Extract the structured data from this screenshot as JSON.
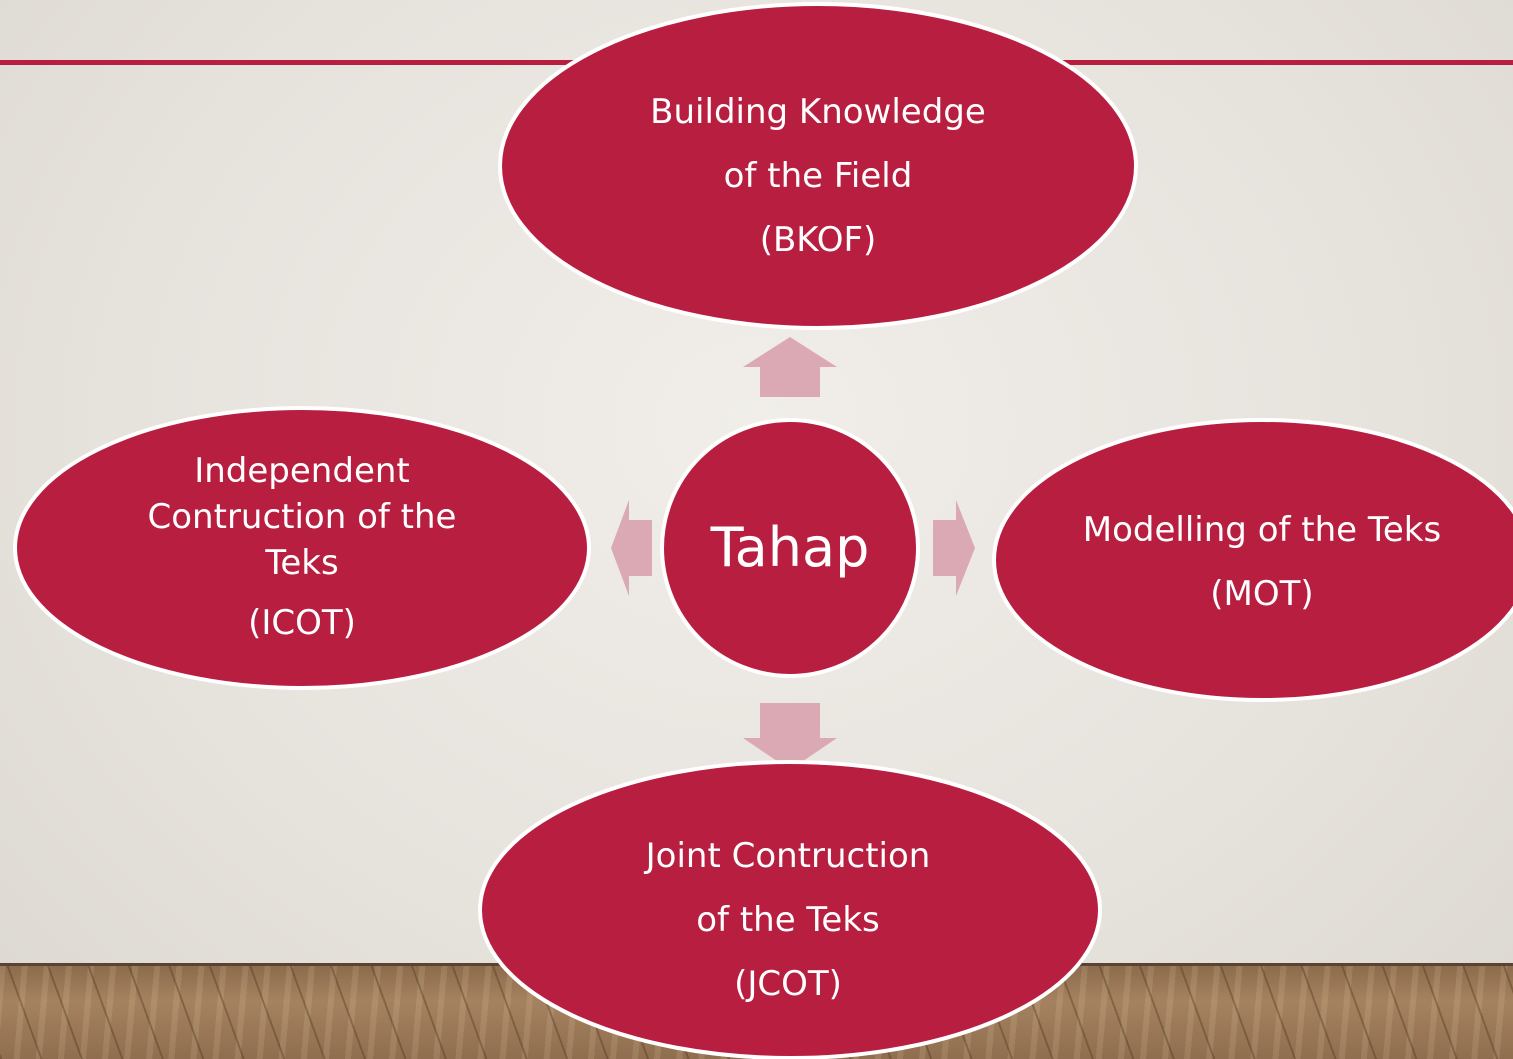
{
  "colors": {
    "node_fill": "#b81e40",
    "node_border": "#ffffff",
    "arrow_fill": "#dba9b3",
    "accent_rule": "#b81e40"
  },
  "center": {
    "label": "Tahap"
  },
  "nodes": {
    "bkof": {
      "line1": "Building Knowledge",
      "line2": "of the Field",
      "line3": "(BKOF)"
    },
    "mot": {
      "line1": "Modelling of the Teks",
      "line2": "(MOT)"
    },
    "jcot": {
      "line1": "Joint Contruction",
      "line2": "of the Teks",
      "line3": "(JCOT)"
    },
    "icot": {
      "line1": "Independent",
      "line2": "Contruction of the",
      "line3": "Teks",
      "line4": "(ICOT)"
    }
  }
}
